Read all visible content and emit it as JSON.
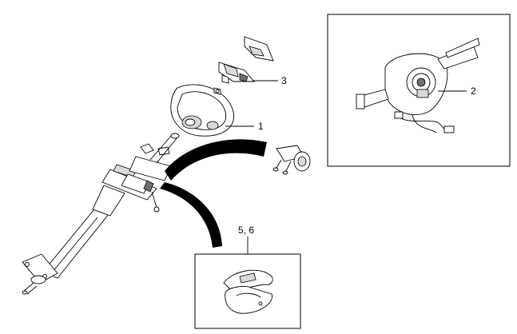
{
  "callouts": {
    "c1": "1",
    "c2": "2",
    "c3": "3",
    "c56": "5, 6"
  },
  "colors": {
    "line": "#000000",
    "background": "#ffffff",
    "shade": "#d9d9d9"
  }
}
